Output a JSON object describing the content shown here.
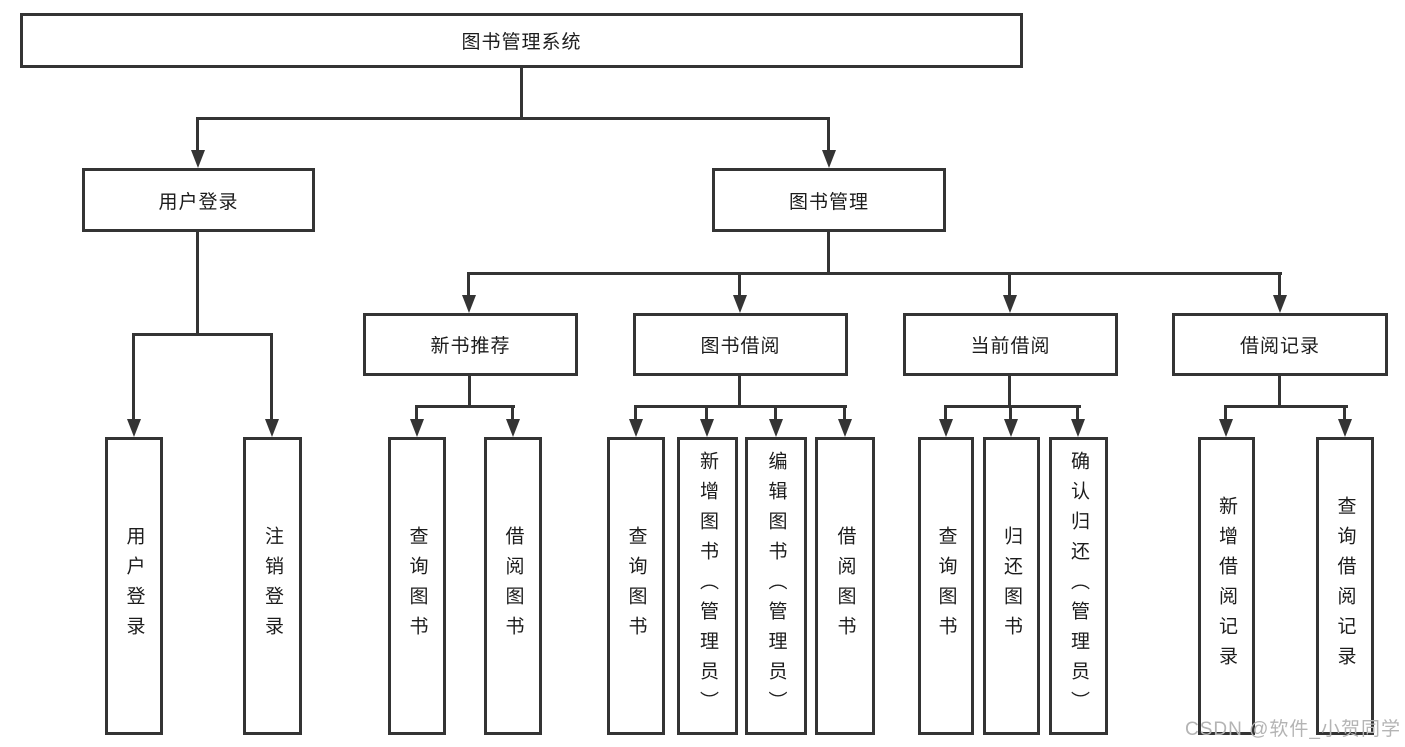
{
  "diagram": {
    "root": {
      "label": "图书管理系统"
    },
    "branches": [
      {
        "label": "用户登录",
        "children": [
          {
            "label": "用户登录"
          },
          {
            "label": "注销登录"
          }
        ]
      },
      {
        "label": "图书管理",
        "children": [
          {
            "label": "新书推荐",
            "children": [
              {
                "label": "查询图书"
              },
              {
                "label": "借阅图书"
              }
            ]
          },
          {
            "label": "图书借阅",
            "children": [
              {
                "label": "查询图书"
              },
              {
                "label": "新增图书（管理员）"
              },
              {
                "label": "编辑图书（管理员）"
              },
              {
                "label": "借阅图书"
              }
            ]
          },
          {
            "label": "当前借阅",
            "children": [
              {
                "label": "查询图书"
              },
              {
                "label": "归还图书"
              },
              {
                "label": "确认归还（管理员）"
              }
            ]
          },
          {
            "label": "借阅记录",
            "children": [
              {
                "label": "新增借阅记录"
              },
              {
                "label": "查询借阅记录"
              }
            ]
          }
        ]
      }
    ]
  },
  "watermark": {
    "text": "CSDN @软件_小贺同学"
  },
  "colors": {
    "line": "#343434",
    "box_border": "#343434",
    "text": "#1c1c1c",
    "background": "#ffffff",
    "watermark": "#b4b4b4"
  }
}
